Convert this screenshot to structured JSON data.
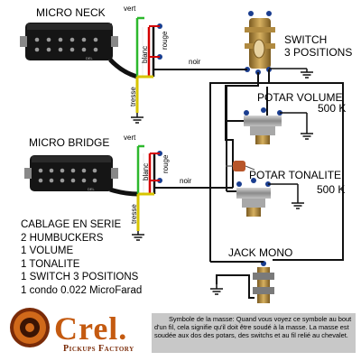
{
  "labels": {
    "micro_neck": "MICRO NECK",
    "micro_bridge": "MICRO BRIDGE",
    "switch": [
      "SWITCH",
      "3 POSITIONS"
    ],
    "potar_volume": "POTAR VOLUME",
    "potar_volume_value": "500 K",
    "potar_tonalite": "POTAR TONALITE",
    "potar_tonalite_value": "500 K",
    "jack_mono": "JACK MONO"
  },
  "wires": {
    "vert": "vert",
    "blanc": "blanc",
    "rouge": "rouge",
    "noir": "noir",
    "tresse": "tresse"
  },
  "spec_lines": [
    "CABLAGE EN SERIE",
    "2 HUMBUCKERS",
    "1 VOLUME",
    "1 TONALITE",
    "1 SWITCH 3 POSITIONS",
    "1 condo 0.022 MicroFarad"
  ],
  "legend_text": "Symbole de la masse: Quand vous voyez ce symbole au bout d'un fil, cela signifie qu'il doit être soudé à la masse. La masse est soudée aux dos des potars, des switchs et au fil relié au chevalet.",
  "logo": {
    "name": "Crel.",
    "tagline": "Pickups Factory"
  },
  "pickup_logo_text": "DEL",
  "colors": {
    "wire_green": "#2db82d",
    "wire_white": "#ffffff",
    "wire_red": "#d40000",
    "wire_black": "#000000",
    "wire_braid": "#d7c400",
    "wire_blue": "#1a3d8f",
    "logo": "#c45a10"
  }
}
